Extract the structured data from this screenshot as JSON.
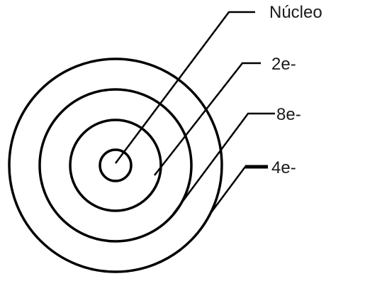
{
  "diagram": {
    "labels": {
      "nucleus": "Núcleo",
      "shell1": "2e-",
      "shell2": "8e-",
      "shell3": "4e-"
    }
  }
}
